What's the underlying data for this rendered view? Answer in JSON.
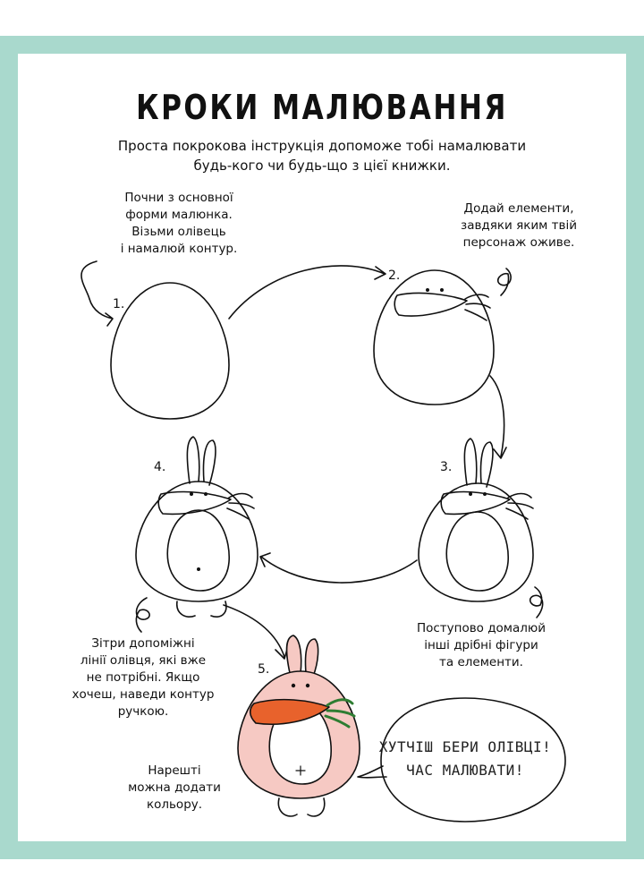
{
  "title": "КРОКИ МАЛЮВАННЯ",
  "subtitle": {
    "line1": "Проста покрокова інструкція допоможе тобі намалювати",
    "line2": "будь-кого чи будь-що з цієї книжки."
  },
  "steps": [
    {
      "number": "1.",
      "lines": [
        "Почни з основної",
        "форми малюнка.",
        "Візьми олівець",
        "і намалюй контур."
      ]
    },
    {
      "number": "2.",
      "lines": [
        "Додай елементи,",
        "завдяки яким твій",
        "персонаж оживе."
      ]
    },
    {
      "number": "3.",
      "lines": [
        "Поступово домалюй",
        "інші дрібні фігури",
        "та елементи."
      ]
    },
    {
      "number": "4.",
      "lines": [
        "Зітри допоміжні",
        "лінії олівця, які вже",
        "не потрібні. Якщо",
        "хочеш, наведи контур",
        "ручкою."
      ]
    },
    {
      "number": "5.",
      "lines": [
        "Нарешті",
        "можна додати",
        "кольору."
      ]
    }
  ],
  "bubble": {
    "line1": "ХУТЧІШ БЕРИ ОЛІВЦІ!",
    "line2": "ЧАС МАЛЮВАТИ!"
  },
  "colors": {
    "frame": "#a9d9cd",
    "bunny_pink": "#f6c9c3",
    "carrot": "#e8622c",
    "carrot_leaves": "#2e7d32"
  }
}
